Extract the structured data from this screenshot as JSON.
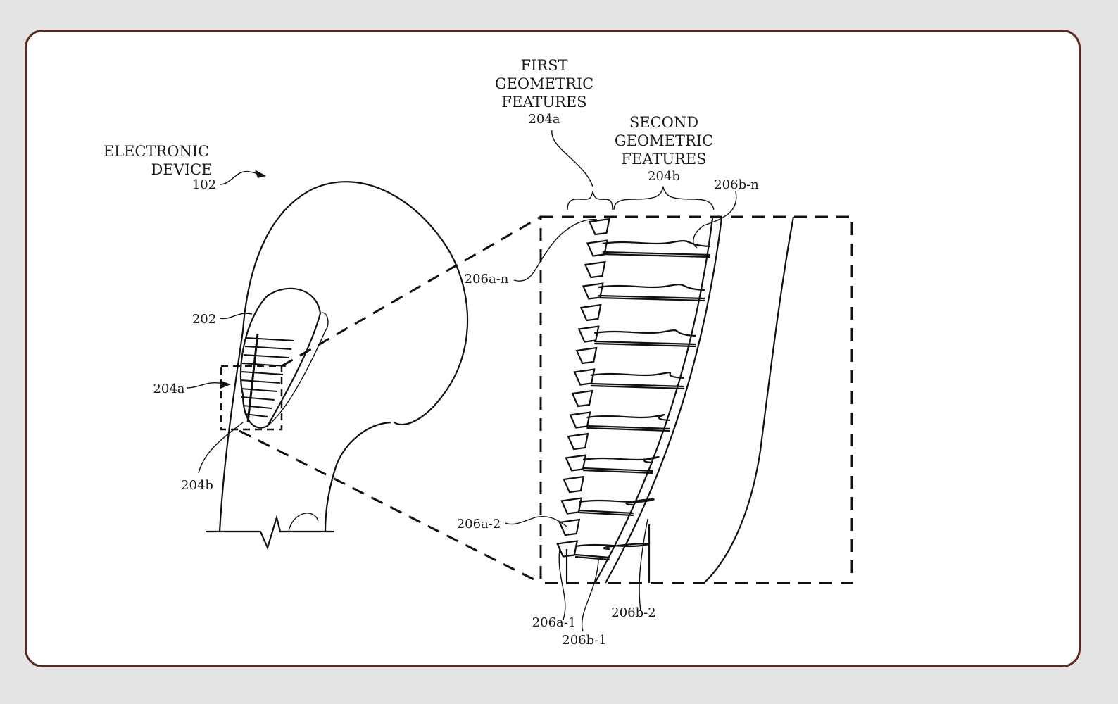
{
  "figure": {
    "labels": {
      "electronic_device": [
        "ELECTRONIC",
        "DEVICE"
      ],
      "device_ref": "102",
      "first_features": [
        "FIRST",
        "GEOMETRIC",
        "FEATURES"
      ],
      "first_ref": "204a",
      "second_features": [
        "SECOND",
        "GEOMETRIC",
        "FEATURES"
      ],
      "second_ref": "204b",
      "ref_202": "202",
      "ref_204a": "204a",
      "ref_204b": "204b",
      "ref_206a_n": "206a-n",
      "ref_206a_2": "206a-2",
      "ref_206a_1": "206a-1",
      "ref_206b_n": "206b-n",
      "ref_206b_2": "206b-2",
      "ref_206b_1": "206b-1"
    },
    "colors": {
      "frame_border": "#5b2a1c",
      "background": "#e4e4e4",
      "line": "#111111"
    }
  }
}
